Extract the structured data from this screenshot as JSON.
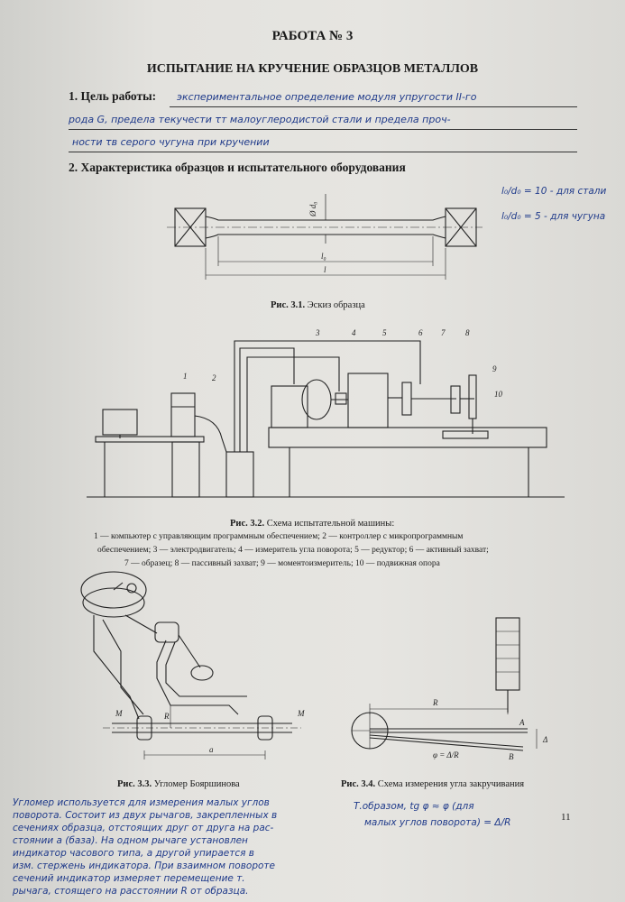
{
  "header": {
    "work_title": "РАБОТА № 3",
    "main_title": "ИСПЫТАНИЕ НА КРУЧЕНИЕ ОБРАЗЦОВ МЕТАЛЛОВ"
  },
  "section1": {
    "heading": "1. Цель работы:",
    "hand_lines": [
      "экспериментальное определение модуля упругости II-го",
      "рода G, предела текучести τт малоуглеродистой стали и предела проч-",
      "ности τв серого чугуна при кручении"
    ]
  },
  "section2": {
    "heading": "2. Характеристика образцов и испытательного оборудования",
    "side_notes": [
      "l₀/d₀ = 10 - для стали",
      "l₀/d₀ = 5 - для чугуна"
    ]
  },
  "fig31": {
    "caption_label": "Рис. 3.1.",
    "caption_text": "Эскиз образца",
    "dim_d": "Ø d₀",
    "dim_l0": "l₀",
    "dim_l": "l"
  },
  "fig32": {
    "caption_label": "Рис. 3.2.",
    "caption_text": "Схема испытательной машины:",
    "legend_lines": [
      "1 — компьютер с управляющим программным обеспечением; 2 — контроллер с микропрограммным",
      "обеспечением; 3 — электродвигатель; 4 — измеритель угла поворота; 5 — редуктор; 6 — активный захват;",
      "7 — образец; 8 — пассивный захват; 9 — моментоизмеритель; 10 — подвижная опора"
    ],
    "numbers": [
      "1",
      "2",
      "3",
      "4",
      "5",
      "6",
      "7",
      "8",
      "9",
      "10"
    ]
  },
  "fig33": {
    "caption_label": "Рис. 3.3.",
    "caption_text": "Угломер Бояршинова",
    "label_M": "M",
    "label_R": "R",
    "label_a": "a"
  },
  "fig34": {
    "caption_label": "Рис. 3.4.",
    "caption_text": "Схема измерения угла закручивания",
    "label_R": "R",
    "label_A": "A",
    "label_B": "B",
    "label_delta": "Δ",
    "formula": "φ = Δ/R"
  },
  "notes": {
    "left_hand": [
      "Угломер используется для измерения малых углов",
      "поворота. Состоит из двух рычагов, закрепленных в",
      "сечениях образца, отстоящих друг от друга на рас-",
      "стоянии a (база). На одном рычаге установлен",
      "индикатор часового типа, а другой упирается в",
      "изм. стержень индикатора. При взаимном повороте",
      "сечений индикатор измеряет перемещение т.",
      "рычага, стоящего на расстоянии R от образца."
    ],
    "right_hand": [
      "Т.образом, tg φ ≈ φ (для",
      "малых углов поворота) = Δ/R"
    ],
    "page_number": "11"
  }
}
